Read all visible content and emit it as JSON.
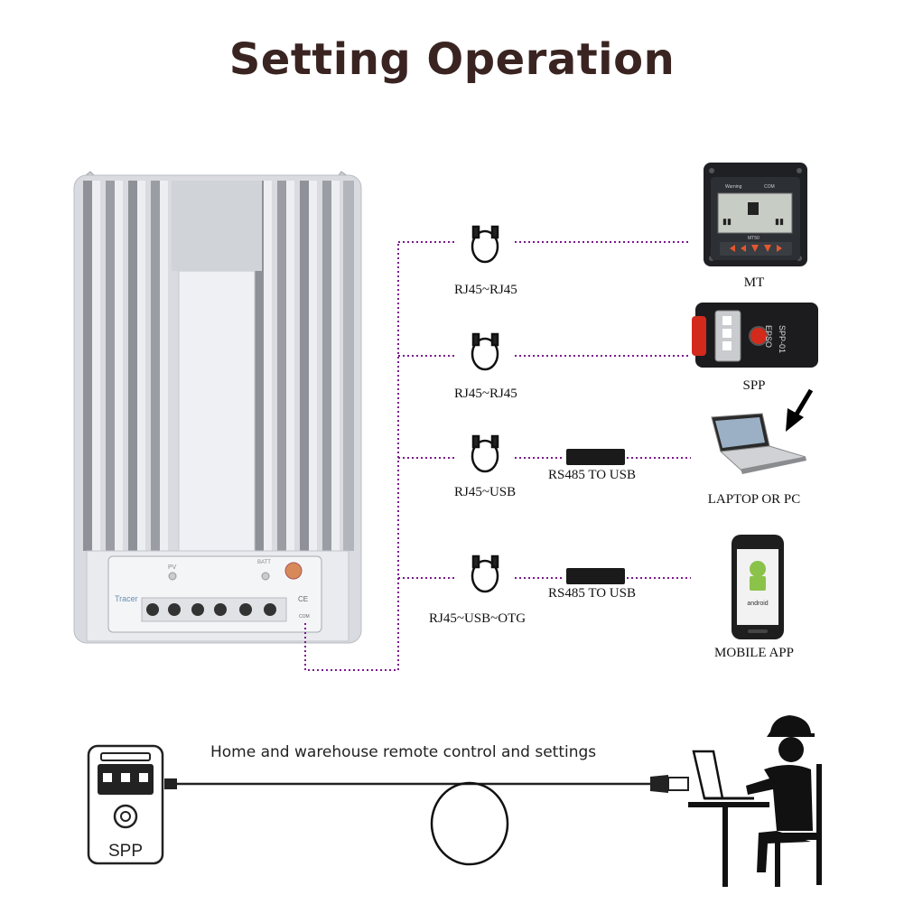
{
  "title": "Setting Operation",
  "controller": {
    "brand": "Tracer",
    "pv_label": "PV",
    "batt_label": "BATT",
    "ce_mark": "CE",
    "com_label": "COM"
  },
  "connections": [
    {
      "cable_label": "RJ45~RJ45",
      "device_label": "MT"
    },
    {
      "cable_label": "RJ45~RJ45",
      "device_label": "SPP"
    },
    {
      "cable_label": "RJ45~USB",
      "adapter_label": "RS485 TO USB",
      "device_label": "LAPTOP OR PC"
    },
    {
      "cable_label": "RJ45~USB~OTG",
      "adapter_label": "RS485 TO USB",
      "device_label": "MOBILE APP"
    }
  ],
  "devices": {
    "mt_screen_brand": "MT50",
    "mt_indicator_1": "Warning",
    "mt_indicator_2": "COM",
    "spp_brand": "SPP-01",
    "spp_logo": "EPSO",
    "phone_brand": "android"
  },
  "bottom": {
    "caption": "Home and warehouse remote control and settings",
    "spp_label": "SPP"
  },
  "colors": {
    "title": "#3a2422",
    "dotted_line": "#7a1a8c",
    "controller_body": "#e4e6ea",
    "fin_shadow": "#8e9198"
  }
}
